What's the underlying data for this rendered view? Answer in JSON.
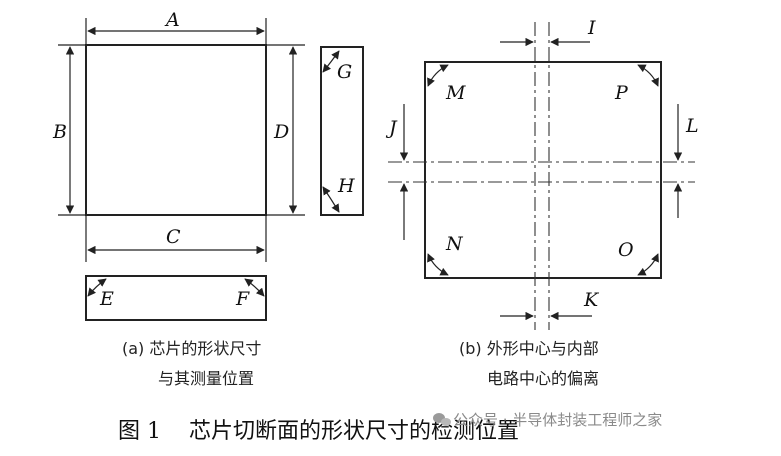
{
  "panel_a": {
    "labels": {
      "A": "A",
      "B": "B",
      "C": "C",
      "D": "D",
      "E": "E",
      "F": "F",
      "G": "G",
      "H": "H"
    },
    "caption_line1": "(a) 芯片的形状尺寸",
    "caption_line2": "与其测量位置"
  },
  "panel_b": {
    "labels": {
      "I": "I",
      "J": "J",
      "K": "K",
      "L": "L",
      "M": "M",
      "N": "N",
      "O": "O",
      "P": "P"
    },
    "caption_line1": "(b) 外形中心与内部",
    "caption_line2": "电路中心的偏离"
  },
  "figure_caption": "图 1    芯片切断面的形状尺寸的检测位置",
  "watermark": "公众号 · 半导体封装工程师之家"
}
